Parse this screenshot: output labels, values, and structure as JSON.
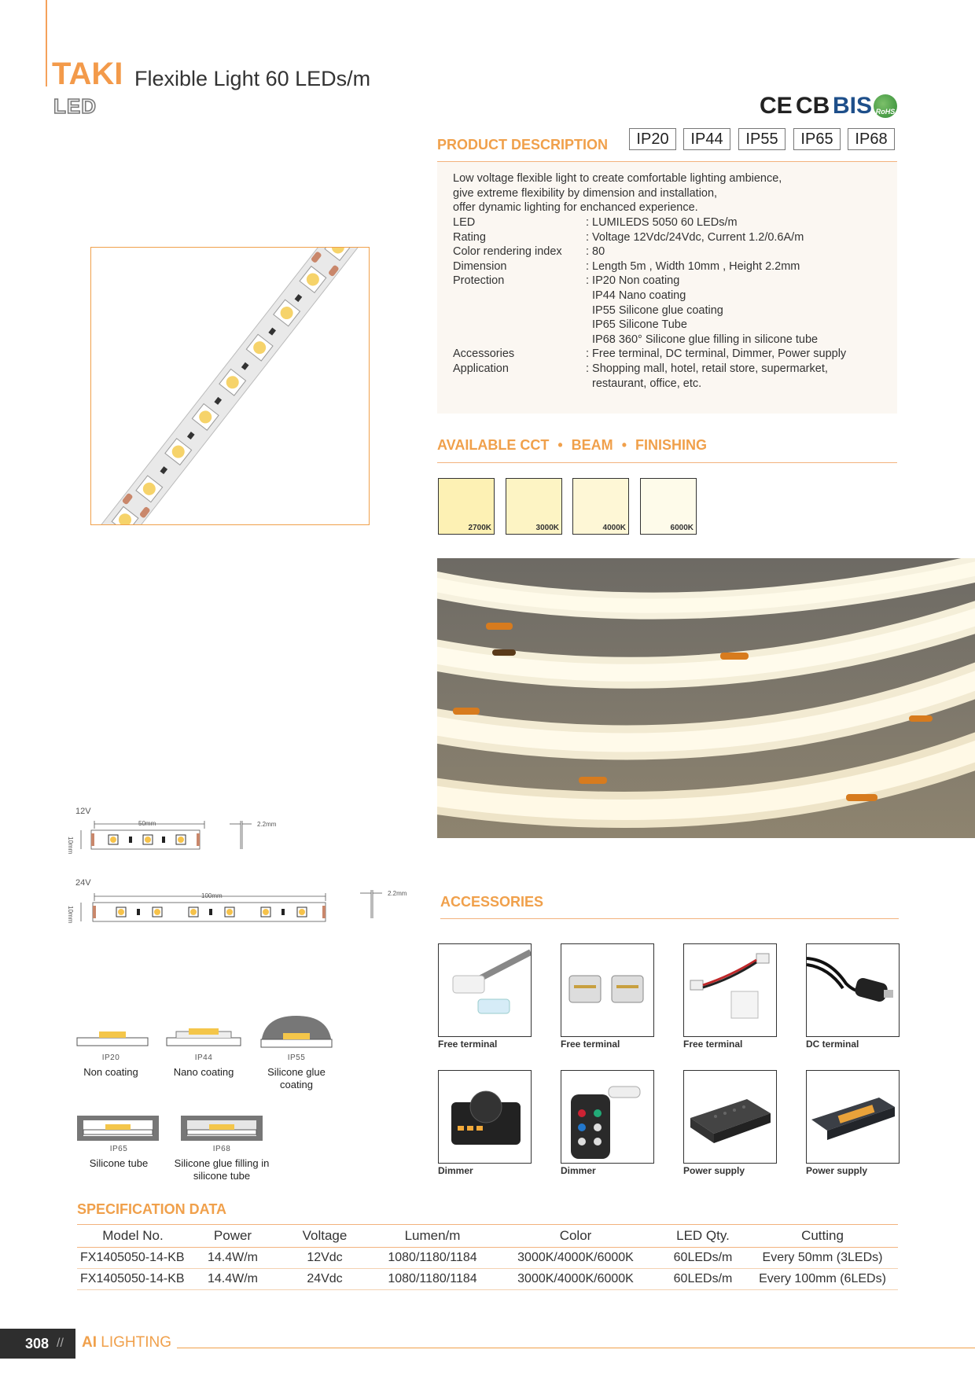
{
  "header": {
    "brand": "TAKI",
    "title": "Flexible Light 60 LEDs/m",
    "led_word": "LED",
    "certifications": [
      "CE",
      "CB",
      "BIS"
    ],
    "rohs": "RoHS"
  },
  "product_description": {
    "heading": "PRODUCT DESCRIPTION",
    "ip_ratings": [
      "IP20",
      "IP44",
      "IP55",
      "IP65",
      "IP68"
    ],
    "intro": [
      "Low voltage flexible light to create comfortable lighting ambience,",
      "give extreme flexibility by dimension and installation,",
      "offer dynamic lighting for enchanced experience."
    ],
    "specs": [
      {
        "label": "LED",
        "value": ": LUMILEDS 5050 60 LEDs/m"
      },
      {
        "label": "Rating",
        "value": ": Voltage 12Vdc/24Vdc, Current 1.2/0.6A/m"
      },
      {
        "label": "Color rendering index",
        "value": ": 80"
      },
      {
        "label": "Dimension",
        "value": ": Length 5m , Width 10mm , Height 2.2mm"
      },
      {
        "label": "Protection",
        "value": ": IP20 Non coating"
      },
      {
        "label": "",
        "value": "IP44 Nano coating"
      },
      {
        "label": "",
        "value": "IP55 Silicone glue coating"
      },
      {
        "label": "",
        "value": "IP65 Silicone Tube"
      },
      {
        "label": "",
        "value": "IP68 360° Silicone glue filling in silicone tube"
      },
      {
        "label": "Accessories",
        "value": ": Free terminal, DC terminal, Dimmer, Power supply"
      },
      {
        "label": "Application",
        "value": ": Shopping mall, hotel, retail store, supermarket,"
      },
      {
        "label": "",
        "value": "restaurant, office, etc."
      }
    ]
  },
  "cct": {
    "heading": "AVAILABLE CCT",
    "heading_beam": "BEAM",
    "heading_finishing": "FINISHING",
    "swatches": [
      {
        "label": "2700K",
        "color": "#fdf1b4"
      },
      {
        "label": "3000K",
        "color": "#fdf4c4"
      },
      {
        "label": "4000K",
        "color": "#fef7d6"
      },
      {
        "label": "6000K",
        "color": "#fefbea"
      }
    ]
  },
  "dimensions": {
    "v12": {
      "voltage": "12V",
      "length": "50mm",
      "width": "10mm",
      "height": "2.2mm"
    },
    "v24": {
      "voltage": "24V",
      "length": "100mm",
      "width": "10mm",
      "height": "2.2mm"
    }
  },
  "accessories": {
    "heading": "ACCESSORIES",
    "items": [
      {
        "label": "Free terminal"
      },
      {
        "label": "Free terminal"
      },
      {
        "label": "Free terminal"
      },
      {
        "label": "DC terminal"
      },
      {
        "label": "Dimmer"
      },
      {
        "label": "Dimmer"
      },
      {
        "label": "Power supply"
      },
      {
        "label": "Power supply"
      }
    ]
  },
  "coatings": [
    {
      "code": "IP20",
      "name": "Non coating"
    },
    {
      "code": "IP44",
      "name": "Nano coating"
    },
    {
      "code": "IP55",
      "name": "Silicone glue coating"
    },
    {
      "code": "IP65",
      "name": "Silicone tube"
    },
    {
      "code": "IP68",
      "name": "Silicone glue filling in silicone tube"
    }
  ],
  "spec_table": {
    "heading": "SPECIFICATION DATA",
    "columns": [
      "Model No.",
      "Power",
      "Voltage",
      "Lumen/m",
      "Color",
      "LED Qty.",
      "Cutting"
    ],
    "rows": [
      [
        "FX1405050-14-KB",
        "14.4W/m",
        "12Vdc",
        "1080/1180/1184",
        "3000K/4000K/6000K",
        "60LEDs/m",
        "Every 50mm (3LEDs)"
      ],
      [
        "FX1405050-14-KB",
        "14.4W/m",
        "24Vdc",
        "1080/1180/1184",
        "3000K/4000K/6000K",
        "60LEDs/m",
        "Every 100mm (6LEDs)"
      ]
    ]
  },
  "footer": {
    "page": "308",
    "brand_bold": "AI",
    "brand_rest": "LIGHTING"
  },
  "colors": {
    "accent": "#f0a04b",
    "text": "#333333"
  }
}
